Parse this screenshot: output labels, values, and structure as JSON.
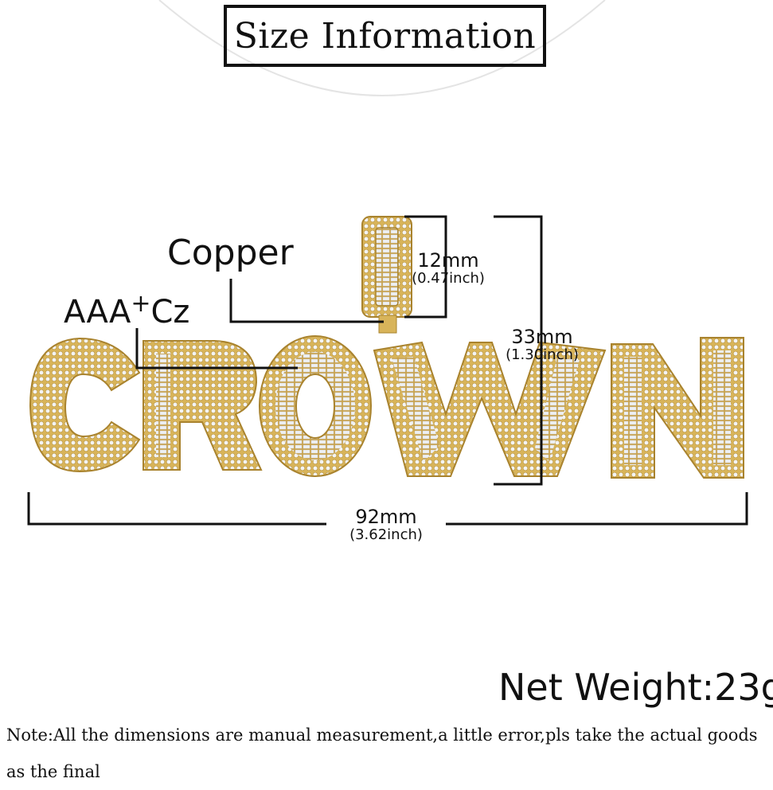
{
  "title": "Size Information",
  "labels": {
    "copper": "Copper",
    "stone_base": "AAA",
    "stone_plus": "+",
    "stone_suffix": "Cz"
  },
  "pendant_word": "CROWN",
  "dimensions": {
    "bail_mm": "12mm",
    "bail_inch": "(0.47inch)",
    "height_mm": "33mm",
    "height_inch": "(1.30inch)",
    "width_mm": "92mm",
    "width_inch": "(3.62inch)"
  },
  "net_weight": "Net Weight:23g",
  "note": "Note:All the dimensions are manual measurement,a little error,pls take the actual goods as the final",
  "colors": {
    "gold": "#d8b45a",
    "gold_dark": "#a9832e",
    "stone": "#eef0f2",
    "line": "#111111"
  }
}
